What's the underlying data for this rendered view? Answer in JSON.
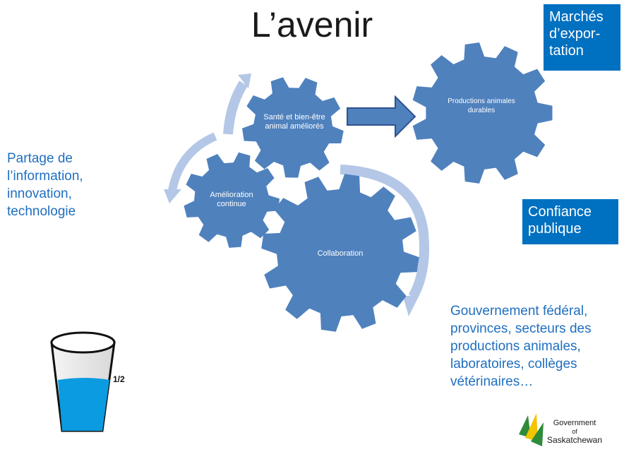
{
  "title": "L’avenir",
  "boxes": {
    "export": "Marchés d’expor-tation",
    "confiance": "Confiance publique"
  },
  "gears": {
    "sante": "Santé et bien-être animal améliorés",
    "productions": "Productions animales durables",
    "amelioration": "Amélioration continue",
    "collaboration": "Collaboration"
  },
  "left_text": "Partage de l’information, innovation, technologie",
  "right_text": "Gouvernement fédéral, provinces, secteurs des productions animales, laboratoires, collèges vétérinaires…",
  "glass_label": "1/2",
  "logo": {
    "line1": "Government",
    "line2": "of",
    "line3": "Saskatchewan"
  },
  "colors": {
    "gear": "#4f81bd",
    "box": "#0070c0",
    "text_blue": "#1f6fc0",
    "curve_arrow": "#b4c7e7",
    "water": "#0a9be0"
  }
}
